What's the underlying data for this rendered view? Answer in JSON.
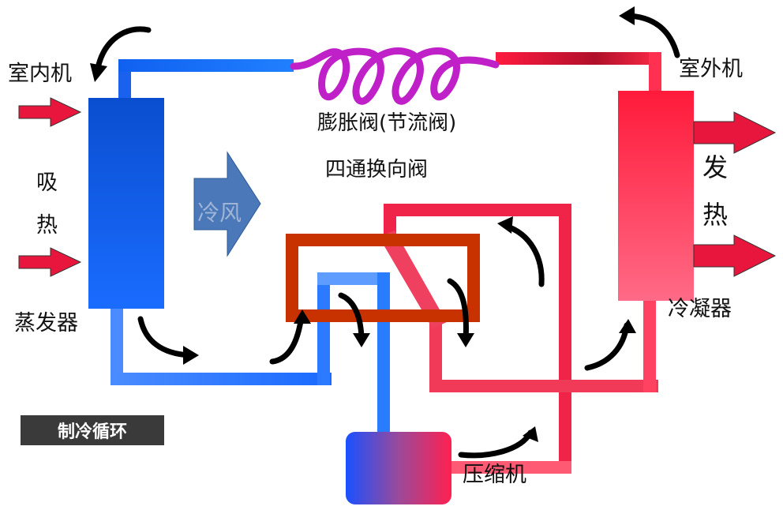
{
  "title": "制冷循环",
  "labels": {
    "indoor_unit": "室内机",
    "outdoor_unit": "室外机",
    "expansion_valve": "膨胀阀(节流阀)",
    "four_way_valve": "四通换向阀",
    "absorb_heat_1": "吸",
    "absorb_heat_2": "热",
    "release_heat_1": "发",
    "release_heat_2": "热",
    "evaporator": "蒸发器",
    "condenser": "冷凝器",
    "compressor": "压缩机",
    "cold_air": "冷风"
  },
  "colors": {
    "cold_pipe": "#1565e8",
    "hot_pipe": "#f0304f",
    "valve_frame": "#c83200",
    "expansion_coil": "#c020c8",
    "heat_arrow": "#e8163c",
    "cold_air_arrow": "#4a78b8",
    "flow_arrow": "#000000"
  }
}
